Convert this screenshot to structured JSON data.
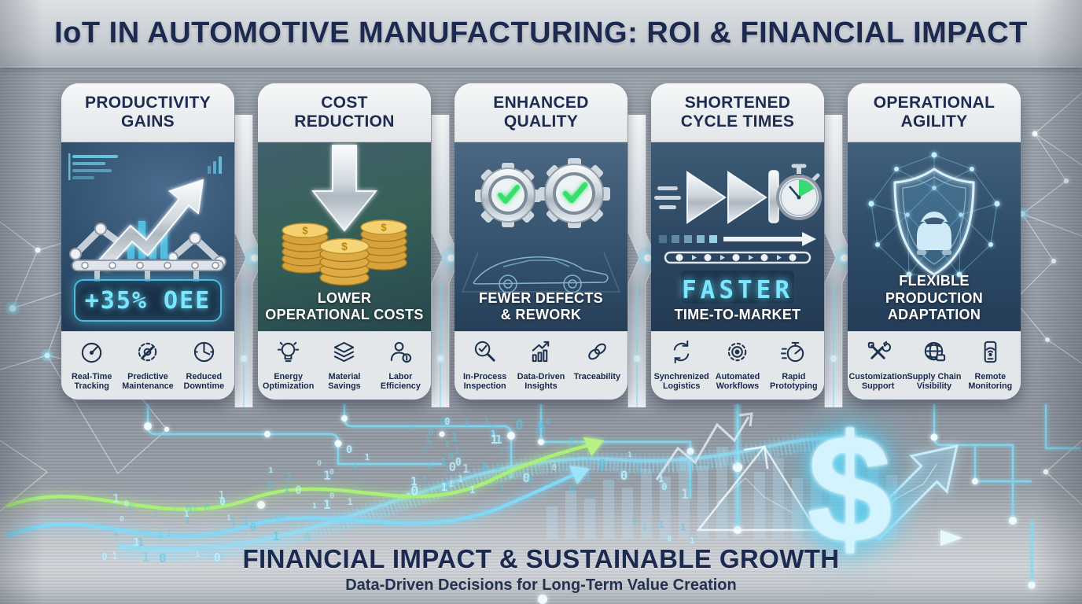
{
  "header": {
    "title": "IoT IN AUTOMOTIVE MANUFACTURING: ROI & FINANCIAL IMPACT"
  },
  "cards": [
    {
      "id": "productivity-gains",
      "title_line1": "PRODUCTIVITY",
      "title_line2": "GAINS",
      "badge": "+35% OEE",
      "features": [
        {
          "icon": "gauge-icon",
          "label": "Real-Time Tracking"
        },
        {
          "icon": "gear-wrench-icon",
          "label": "Predictive Maintenance"
        },
        {
          "icon": "clock-icon",
          "label": "Reduced Downtime"
        }
      ]
    },
    {
      "id": "cost-reduction",
      "title_line1": "COST",
      "title_line2": "REDUCTION",
      "caption_line1": "LOWER",
      "caption_line2": "OPERATIONAL COSTS",
      "features": [
        {
          "icon": "lightbulb-icon",
          "label": "Energy Optimization"
        },
        {
          "icon": "material-stack-icon",
          "label": "Material Savings"
        },
        {
          "icon": "person-coin-icon",
          "label": "Labor Efficiency"
        }
      ]
    },
    {
      "id": "enhanced-quality",
      "title_line1": "ENHANCED",
      "title_line2": "QUALITY",
      "caption_line1": "FEWER DEFECTS",
      "caption_line2": "& REWORK",
      "features": [
        {
          "icon": "magnifier-check-icon",
          "label": "In-Process Inspection"
        },
        {
          "icon": "chart-growth-icon",
          "label": "Data-Driven Insights"
        },
        {
          "icon": "chain-link-icon",
          "label": "Traceability"
        }
      ]
    },
    {
      "id": "shortened-cycle-times",
      "title_line1": "SHORTENED",
      "title_line2": "CYCLE TIMES",
      "digital_caption": "FASTER",
      "caption_line2": "TIME-TO-MARKET",
      "features": [
        {
          "icon": "sync-arrows-icon",
          "label": "Synchrenized Logistics"
        },
        {
          "icon": "gear-icon",
          "label": "Automated Workflows"
        },
        {
          "icon": "stopwatch-icon",
          "label": "Rapid Prototyping"
        }
      ]
    },
    {
      "id": "operational-agility",
      "title_line1": "OPERATIONAL",
      "title_line2": "AGILITY",
      "caption_line1": "FLEXIBLE PRODUCTION",
      "caption_line2": "ADAPTATION",
      "features": [
        {
          "icon": "tools-icon",
          "label": "Customization Support"
        },
        {
          "icon": "globe-icon",
          "label": "Supply Chain Visibility"
        },
        {
          "icon": "phone-icon",
          "label": "Remote Monitoring"
        }
      ]
    }
  ],
  "footer": {
    "title": "FINANCIAL IMPACT & SUSTAINABLE GROWTH",
    "subtitle": "Data-Driven Decisions for Long-Term Value Creation"
  },
  "icons": {
    "dollar_glyph": "$",
    "check_glyph": "✓"
  },
  "decor": {
    "binary_digits": "0101001101",
    "rain_count": 120
  },
  "colors": {
    "accent_cyan": "#59d6f7",
    "digital_cyan": "#7ae6ff",
    "navy_text": "#1b2a4e",
    "green_check": "#35e06a",
    "coin_gold": "#d9a33c",
    "card_light": "#e7eaee",
    "panel_dark": "#2c4761"
  }
}
